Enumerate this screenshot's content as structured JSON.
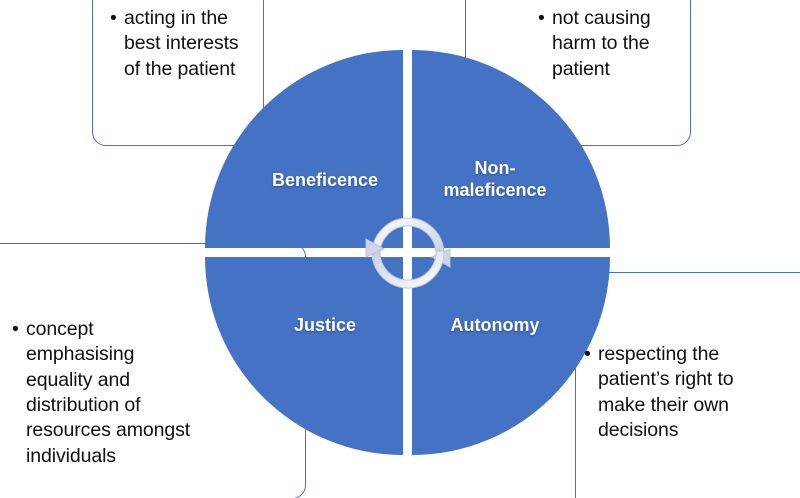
{
  "diagram": {
    "title_semantic": "four-principles-of-medical-ethics-wheel",
    "accent_color": "#4472C4",
    "box_border_color": "#4472C4",
    "label_color": "#FFFFFF",
    "text_color": "#101010",
    "background": "#FFFFFF",
    "quadrants": [
      {
        "id": "beneficence",
        "label": "Beneficence",
        "callout": "acting in the\nbest interests\nof the patient"
      },
      {
        "id": "non-maleficence",
        "label": "Non-\nmaleficence",
        "callout": "not causing\nharm to the\npatient"
      },
      {
        "id": "justice",
        "label": "Justice",
        "callout": "concept\nemphasising\nequality and\ndistribution of\nresources amongst\nindividuals"
      },
      {
        "id": "autonomy",
        "label": "Autonomy",
        "callout": "respecting the\npatient’s right to\nmake their own\ndecisions"
      }
    ],
    "center_icon": "cycle-arrows-icon"
  }
}
